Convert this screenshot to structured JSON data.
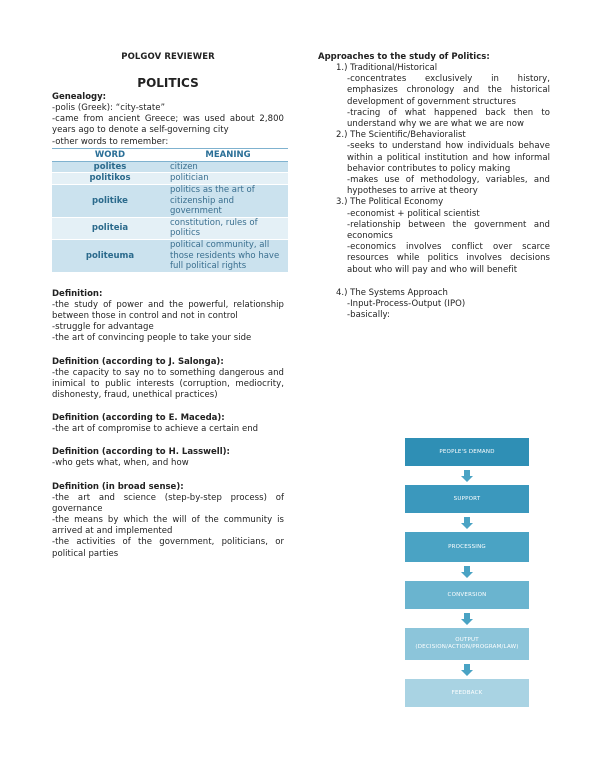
{
  "header": {
    "title": "POLGOV REVIEWER",
    "section": "POLITICS"
  },
  "genealogy": {
    "heading": "Genealogy:",
    "lines": [
      "-polis (Greek): “city-state”",
      "-came from ancient Greece; was used about 2,800 years ago to denote a self-governing city",
      "-other words to remember:"
    ]
  },
  "words_table": {
    "headers": [
      "WORD",
      "MEANING"
    ],
    "rows": [
      {
        "word": "polites",
        "meaning": "citizen"
      },
      {
        "word": "politikos",
        "meaning": "politician"
      },
      {
        "word": "politike",
        "meaning": "politics as the art of citizenship and government"
      },
      {
        "word": "politeia",
        "meaning": "constitution, rules of politics"
      },
      {
        "word": "politeuma",
        "meaning": "political community, all those residents who have full political rights"
      }
    ]
  },
  "definitions": [
    {
      "heading": "Definition:",
      "lines": [
        "-the study of power and the powerful, relationship between those in control and not in control",
        "-struggle for advantage",
        "-the art of convincing people to take your side"
      ]
    },
    {
      "heading": "Definition (according to J. Salonga):",
      "lines": [
        "-the capacity to say no to something dangerous and inimical to public interests (corruption, mediocrity, dishonesty, fraud, unethical practices)"
      ]
    },
    {
      "heading": "Definition (according to E. Maceda):",
      "lines": [
        "-the art of compromise to achieve a certain end"
      ]
    },
    {
      "heading": "Definition (according to H. Lasswell):",
      "lines": [
        "-who gets what, when, and how"
      ]
    },
    {
      "heading": "Definition (in broad sense):",
      "lines": [
        "-the art and science (step-by-step process) of governance",
        "-the means by which the will of the community is arrived at and implemented",
        "-the activities of the government, politicians, or political parties"
      ]
    }
  ],
  "approaches": {
    "heading": "Approaches to the study of Politics:",
    "items": [
      {
        "label": "1.)  Traditional/Historical",
        "lines": [
          "-concentrates exclusively in history, emphasizes chronology and the historical development of government structures",
          "-tracing of what happened back then to understand why we are what we are now"
        ]
      },
      {
        "label": "2.)  The Scientific/Behavioralist",
        "lines": [
          "-seeks to understand how individuals behave within a political institution and how informal behavior contributes to policy making",
          "-makes use of methodology, variables, and hypotheses to arrive at theory"
        ]
      },
      {
        "label": "3.)  The Political Economy",
        "lines": [
          "-economist + political scientist",
          "-relationship between the government and economics",
          "-economics involves conflict over scarce resources while politics involves decisions about who will pay and who will benefit"
        ]
      },
      {
        "label": "4.)  The Systems Approach",
        "lines": [
          "-Input-Process-Output (IPO)",
          "-basically:"
        ]
      }
    ]
  },
  "flowchart": {
    "steps": [
      {
        "label": "PEOPLE'S DEMAND",
        "color": "#2f8fb5"
      },
      {
        "label": "SUPPORT",
        "color": "#3b98bd"
      },
      {
        "label": "PROCESSING",
        "color": "#4aa3c4"
      },
      {
        "label": "CONVERSION",
        "color": "#6ab4cf"
      },
      {
        "label": "OUTPUT",
        "sublabel": "(DECISION/ACTION/PROGRAM/LAW)",
        "color": "#8cc5da"
      },
      {
        "label": "FEEDBACK",
        "color": "#a9d3e3"
      }
    ],
    "arrow_color": "#4aa3c4"
  }
}
